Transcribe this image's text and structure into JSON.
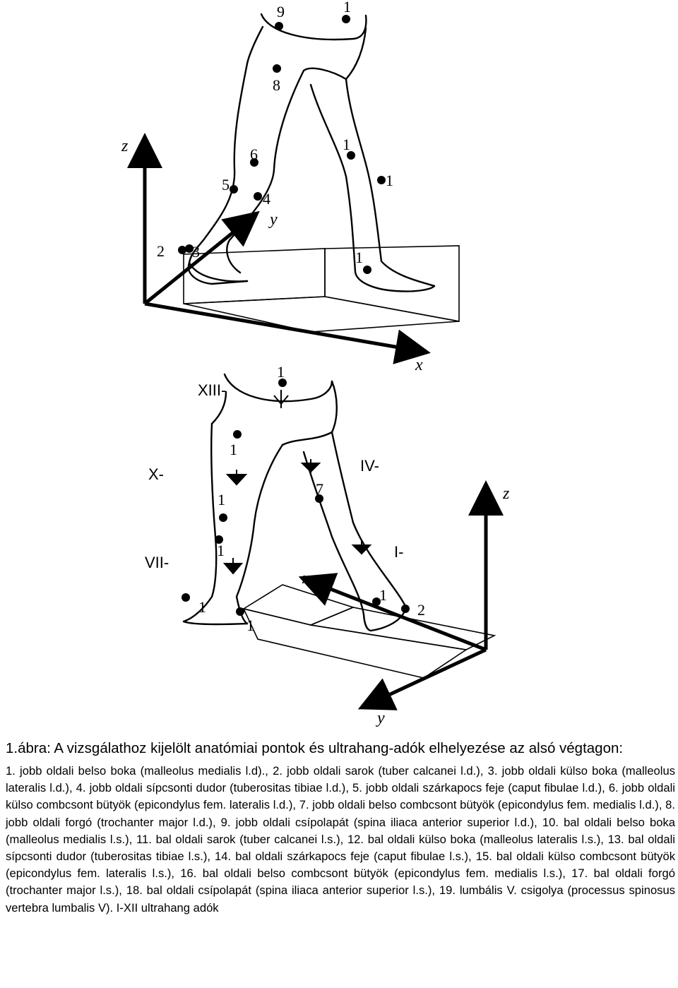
{
  "figure_labels": {
    "top": {
      "pt1a": "1",
      "pt9": "9",
      "pt8": "8",
      "pt6": "6",
      "pt5": "5",
      "pt4": "4",
      "pt2": "2",
      "pt3": "3",
      "pt1b": "1",
      "pt1c": "1",
      "pt1d": "1",
      "axis_z": "z",
      "axis_y": "y",
      "axis_x": "x"
    },
    "bottom": {
      "pt1a": "1",
      "pt1b": "1",
      "pt1c": "1",
      "pt1d": "1",
      "pt7": "7",
      "pt1e": "1",
      "pt1f": "1",
      "pt1g": "1",
      "pt2": "2",
      "roman_xiii": "XIII-",
      "roman_x": "X-",
      "roman_iv": "IV-",
      "roman_vii": "VII-",
      "roman_i": "I-",
      "axis_z": "z",
      "axis_x": "x",
      "axis_y": "y"
    }
  },
  "caption": {
    "title": "1.ábra: A vizsgálathoz kijelölt anatómiai pontok és ultrahang-adók elhelyezése az alsó végtagon:",
    "legend": "1. jobb oldali belso boka (malleolus medialis l.d)., 2. jobb oldali sarok (tuber calcanei l.d.), 3. jobb oldali külso boka (malleolus lateralis l.d.), 4. jobb oldali sípcsonti dudor (tuberositas tibiae l.d.), 5. jobb oldali szárkapocs feje (caput fibulae l.d.), 6. jobb oldali külso combcsont bütyök (epicondylus fem. lateralis l.d.), 7. jobb oldali belso combcsont bütyök (epicondylus fem. medialis l.d.), 8. jobb oldali forgó (trochanter major l.d.), 9. jobb oldali csípolapát (spina iliaca anterior superior l.d.), 10. bal oldali belso boka (malleolus medialis l.s.), 11. bal oldali sarok (tuber calcanei l.s.), 12. bal oldali külso boka (malleolus lateralis l.s.), 13. bal oldali sípcsonti dudor (tuberositas tibiae l.s.), 14. bal oldali szárkapocs feje (caput fibulae l.s.), 15. bal oldali külso combcsont bütyök (epicondylus fem. lateralis l.s.), 16. bal oldali belso combcsont bütyök (epicondylus fem. medialis l.s.), 17. bal oldali forgó (trochanter major l.s.), 18. bal oldali csípolapát (spina iliaca anterior superior l.s.), 19. lumbális V. csigolya (processus spinosus vertebra lumbalis V). I-XII ultrahang adók"
  }
}
